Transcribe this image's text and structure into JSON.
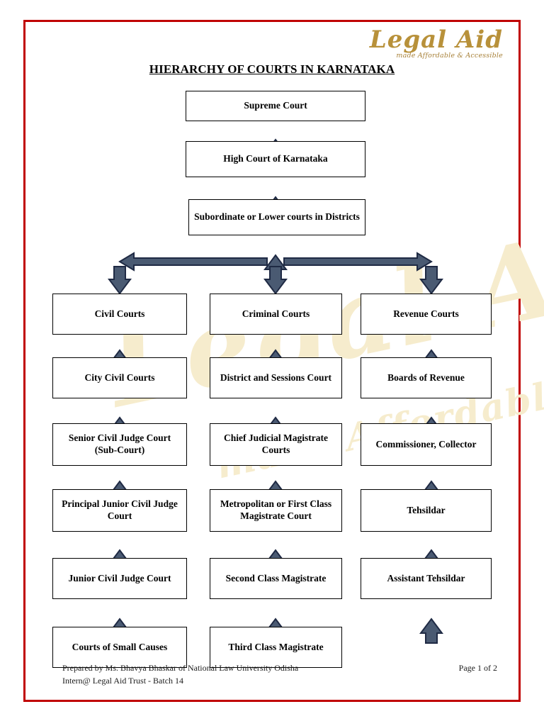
{
  "document": {
    "title": "HIERARCHY OF COURTS IN KARNATAKA",
    "border_color": "#c00000"
  },
  "logo": {
    "name": "Legal Aid",
    "tagline": "made Affordable & Accessible",
    "color": "#b8913a"
  },
  "watermark": {
    "main": "Legal Aid",
    "sub": "made Affordable & Accessible",
    "color": "#f6eccd"
  },
  "style": {
    "arrow_fill": "#4a5a72",
    "arrow_stroke": "#1f2a44",
    "box_border": "#000000",
    "box_fill": "#ffffff"
  },
  "chart_data": {
    "type": "diagram",
    "title": "HIERARCHY OF COURTS IN KARNATAKA",
    "orientation": "bottom-up hierarchy with upward arrows",
    "apex_chain": [
      {
        "id": "supreme-court",
        "label": "Supreme Court"
      },
      {
        "id": "high-court",
        "label": "High Court of Karnataka"
      },
      {
        "id": "subordinate-courts",
        "label": "Subordinate or Lower courts in Districts"
      }
    ],
    "branches": [
      {
        "id": "civil",
        "header": "Civil Courts",
        "levels": [
          "City Civil Courts",
          "Senior Civil Judge Court (Sub-Court)",
          "Principal Junior Civil Judge Court",
          "Junior Civil Judge Court",
          "Courts of Small Causes"
        ]
      },
      {
        "id": "criminal",
        "header": "Criminal Courts",
        "levels": [
          "District and Sessions Court",
          "Chief Judicial Magistrate Courts",
          "Metropolitan or First Class Magistrate Court",
          "Second Class Magistrate",
          "Third Class Magistrate"
        ]
      },
      {
        "id": "revenue",
        "header": "Revenue Courts",
        "levels": [
          "Boards of Revenue",
          "Commissioner, Collector",
          "Tehsildar",
          "Assistant Tehsildar"
        ]
      }
    ]
  },
  "nodes": {
    "supreme_court": "Supreme Court",
    "high_court": "High Court of Karnataka",
    "subordinate_courts": "Subordinate or Lower courts in Districts",
    "civil_courts": "Civil Courts",
    "criminal_courts": "Criminal Courts",
    "revenue_courts": "Revenue Courts",
    "city_civil_courts": "City Civil Courts",
    "senior_civil_judge": "Senior Civil Judge Court (Sub-Court)",
    "principal_junior_civil": "Principal Junior Civil Judge Court",
    "junior_civil_judge": "Junior Civil Judge Court",
    "courts_small_causes": "Courts of Small Causes",
    "district_sessions": "District and Sessions Court",
    "chief_judicial": "Chief Judicial Magistrate Courts",
    "metropolitan_first": "Metropolitan or First Class Magistrate Court",
    "second_class": "Second Class Magistrate",
    "third_class": "Third Class Magistrate",
    "boards_revenue": "Boards of Revenue",
    "commissioner_collector": "Commissioner, Collector",
    "tehsildar": "Tehsildar",
    "assistant_tehsildar": "Assistant Tehsildar"
  },
  "footer": {
    "line1": "Prepared by Ms. Bhavya Bhaskar of National Law University Odisha",
    "line2": "Intern@ Legal Aid Trust - Batch 14",
    "page": "Page 1 of 2"
  }
}
